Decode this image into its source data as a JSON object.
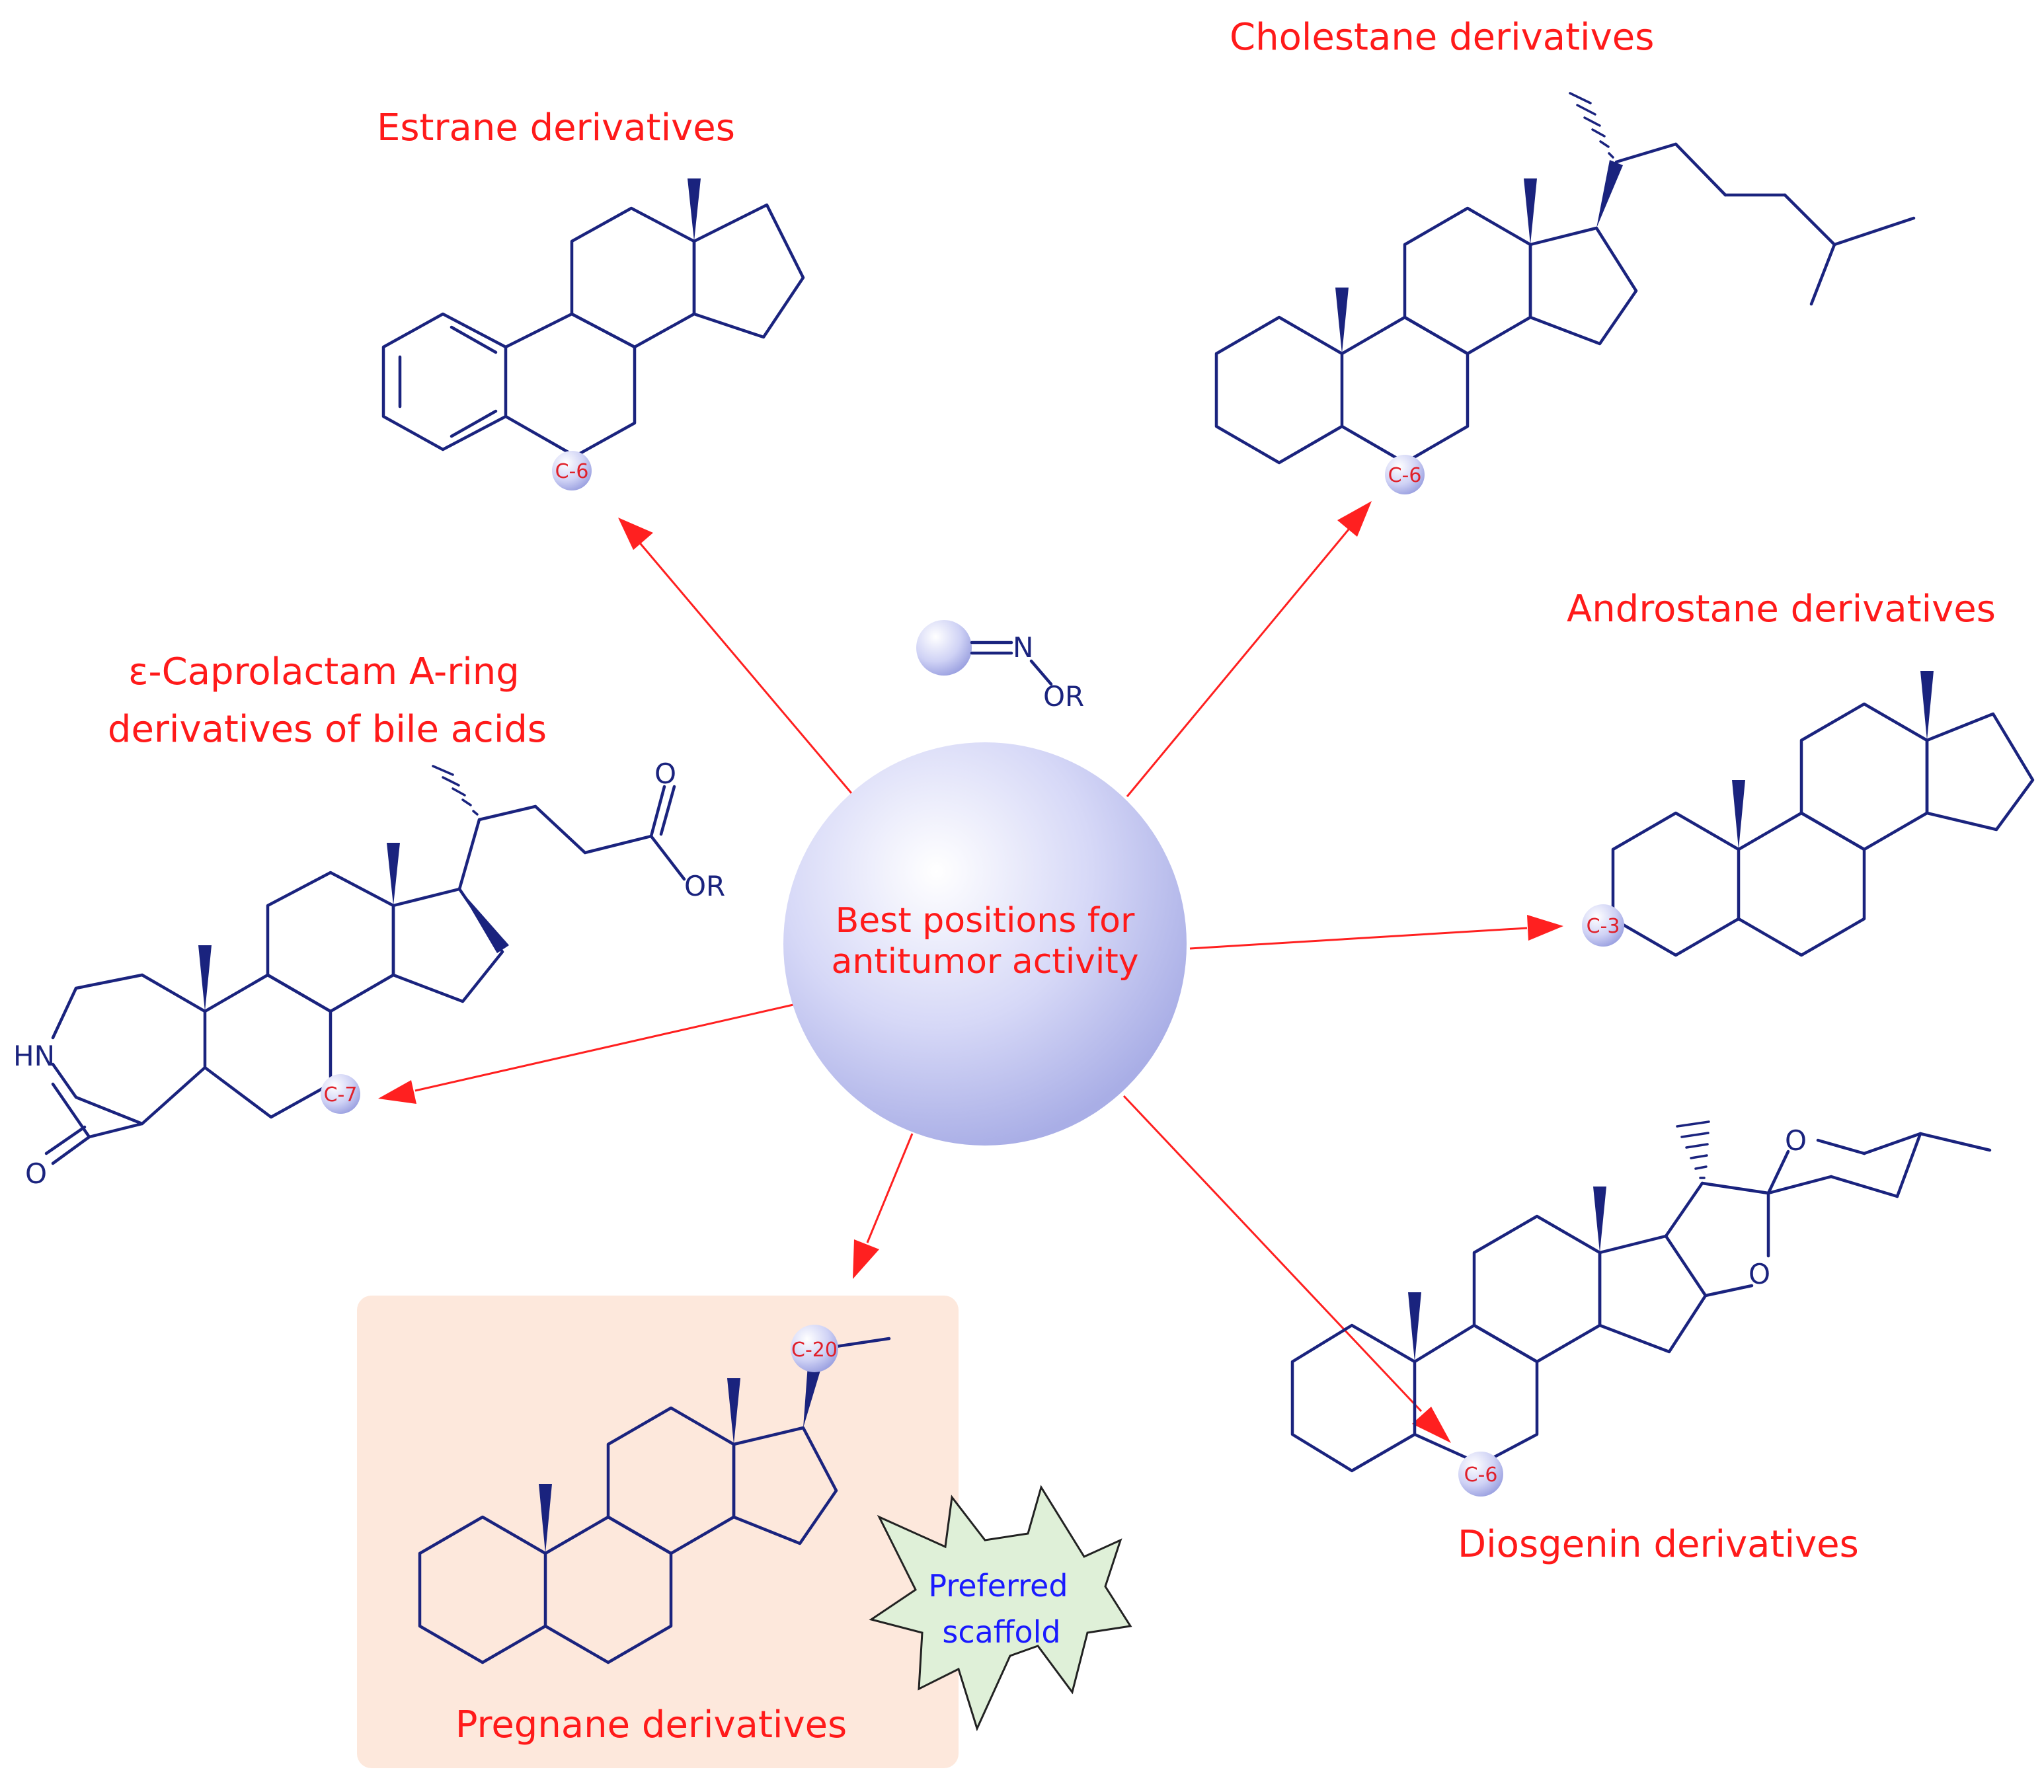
{
  "center": {
    "line1": "Best positions for",
    "line2": "antitumor activity"
  },
  "oxime": {
    "n": "N",
    "or": "OR"
  },
  "captions": {
    "estrane": "Estrane derivatives",
    "cholestane": "Cholestane derivatives",
    "androstane": "Androstane derivatives",
    "caprolactam_line1": "ε-Caprolactam A-ring",
    "caprolactam_line2": "derivatives of bile acids",
    "pregnane": "Pregnane derivatives",
    "diosgenin": "Diosgenin derivatives"
  },
  "positions": {
    "estrane": "C-6",
    "cholestane": "C-6",
    "androstane": "C-3",
    "caprolactam": "C-7",
    "pregnane": "C-20",
    "diosgenin": "C-6"
  },
  "atoms": {
    "lactam_o": "O",
    "lactam_hn": "HN",
    "acid_o": "O",
    "acid_or": "OR",
    "dios_o1": "O",
    "dios_o2": "O"
  },
  "badge": {
    "line1": "Preferred",
    "line2": "scaffold"
  },
  "colors": {
    "caption": "#ff1a1a",
    "structure": "#1a237e",
    "arrow": "#ff2020",
    "sphere": "#c5c8f2",
    "highlight_box": "#fde8dc",
    "badge": "#dff0d8"
  }
}
